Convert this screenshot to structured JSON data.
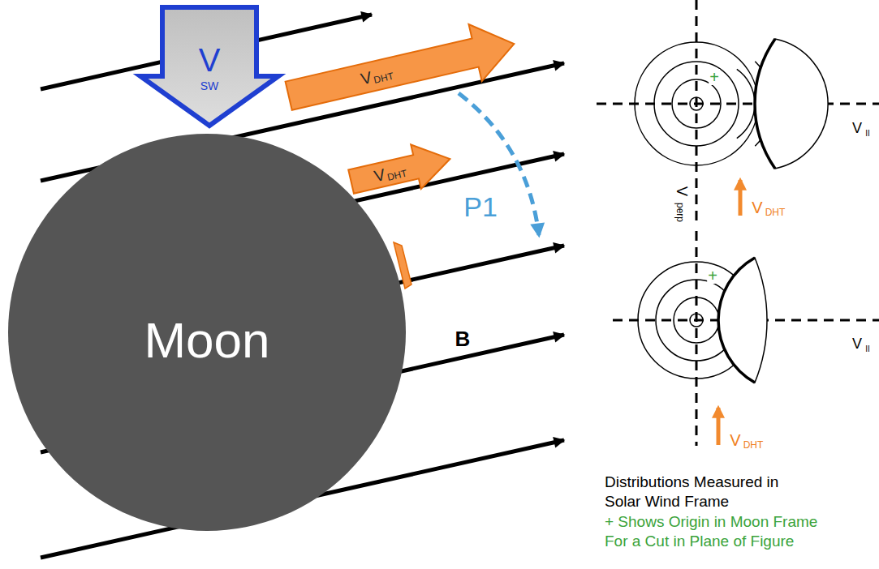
{
  "diagram": {
    "nodes": [
      {
        "text": [
          "V",
          "SW"
        ]
      },
      {
        "text": [
          "V",
          "DHT"
        ]
      },
      {
        "text": [
          "V",
          "DHT"
        ]
      },
      {
        "text": [
          "Moon"
        ]
      }
    ],
    "labels": [
      "P1",
      "B",
      "+",
      "V",
      "II",
      "V",
      "perp",
      "V",
      "DHT",
      "+",
      "V",
      "II",
      "V",
      "DHT",
      "Distributions Measured in Solar Wind Frame",
      "+ Shows Origin in Moon Frame For a Cut in Plane of Figure"
    ]
  }
}
